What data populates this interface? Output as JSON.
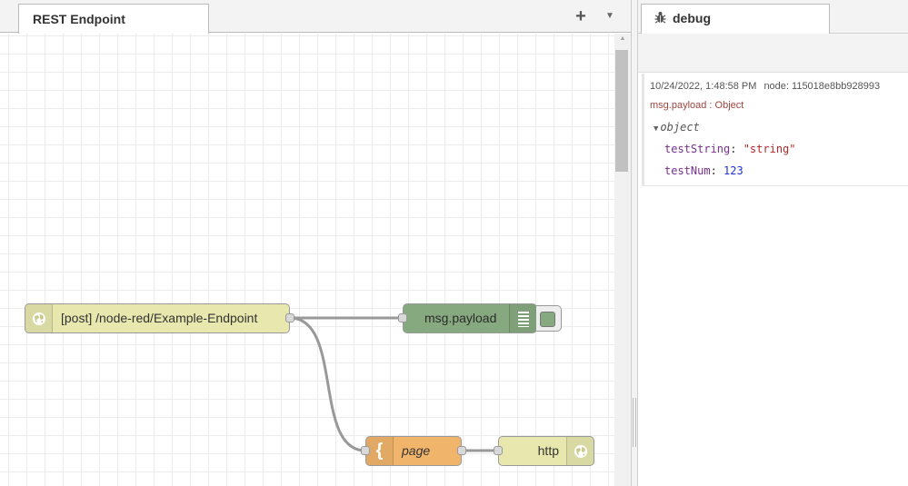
{
  "workspace": {
    "tab_title": "REST Endpoint",
    "add_icon": "plus-icon",
    "menu_icon": "caret-down-icon"
  },
  "flow": {
    "nodes": {
      "http_in": {
        "label": "[post] /node-red/Example-Endpoint",
        "icon": "globe-icon",
        "color": "#e7e7ae"
      },
      "debug": {
        "label": "msg.payload",
        "icon": "list-icon",
        "color": "#87a980"
      },
      "template": {
        "label": "page",
        "icon": "curly-brace-icon",
        "color": "#f0b46b"
      },
      "http_response": {
        "label": "http",
        "icon": "globe-icon",
        "color": "#e7e7ae"
      }
    }
  },
  "sidebar": {
    "tab_label": "debug",
    "tab_icon": "bug-icon",
    "message": {
      "timestamp": "10/24/2022, 1:48:58 PM",
      "node": "node: 115018e8bb928993",
      "topic": "msg.payload : Object",
      "type": "object",
      "fields": [
        {
          "key": "testString",
          "value": "\"string\""
        },
        {
          "key": "testNum",
          "value": "123"
        }
      ]
    }
  }
}
